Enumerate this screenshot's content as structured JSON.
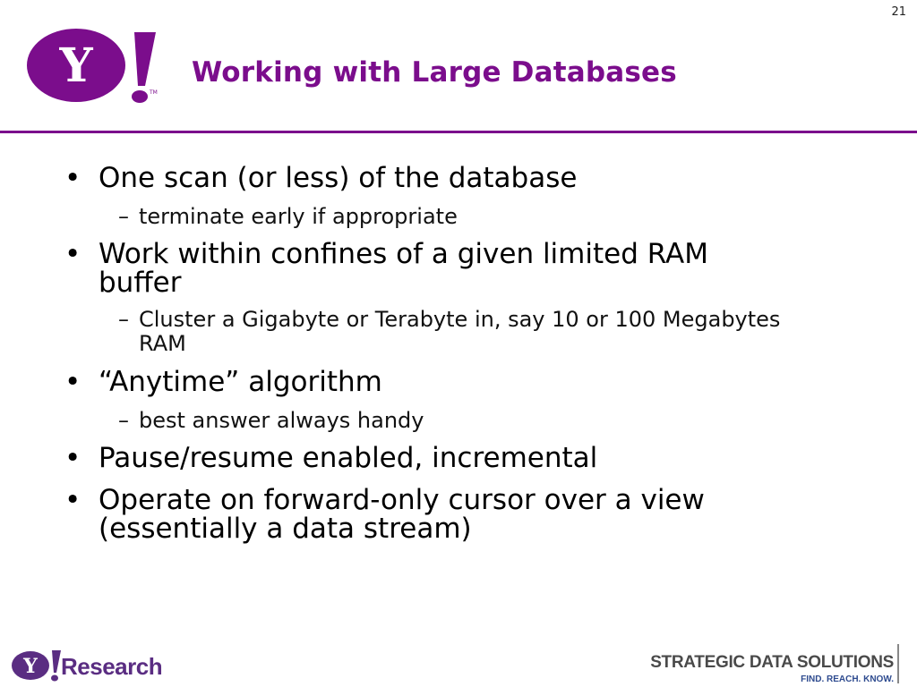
{
  "slide": {
    "number": "21",
    "title": "Working with Large Databases"
  },
  "brand": {
    "logo_text": "Y!",
    "trademark": "TM",
    "accent_color": "#7b0d8c",
    "footer_research": "Research",
    "partner_name": "Strategic Data Solutions",
    "partner_name_display": "STRATEGIC DATA SOLUTIONS",
    "partner_tagline": "FIND. REACH. KNOW."
  },
  "bullets": [
    {
      "text": "One scan (or less) of the database",
      "subs": [
        "terminate early if appropriate"
      ]
    },
    {
      "text": "Work within confines of a given limited RAM buffer",
      "subs": [
        "Cluster a Gigabyte or Terabyte in, say 10 or 100 Megabytes RAM"
      ]
    },
    {
      "text": "“Anytime” algorithm",
      "subs": [
        "best answer always handy"
      ]
    },
    {
      "text": "Pause/resume enabled, incremental",
      "subs": []
    },
    {
      "text": "Operate on forward-only cursor over a view (essentially a data stream)",
      "subs": []
    }
  ],
  "markers": {
    "bullet": "•",
    "dash": "–"
  }
}
